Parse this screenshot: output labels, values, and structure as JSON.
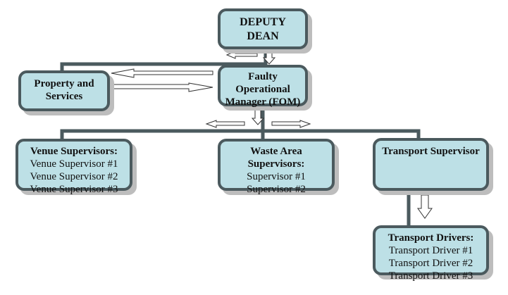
{
  "diagram": {
    "type": "org-chart",
    "nodes": {
      "deputy_dean": {
        "title_line1": "DEPUTY",
        "title_line2": "DEAN"
      },
      "fom": {
        "title_line1": "Faulty",
        "title_line2": "Operational",
        "title_line3": "Manager (FOM)"
      },
      "property": {
        "title_line1": "Property and",
        "title_line2": "Services"
      },
      "venue": {
        "title": "Venue Supervisors:",
        "items": [
          "Venue Supervisor #1",
          "Venue Supervisor #2",
          "Venue Supervisor #3"
        ]
      },
      "waste": {
        "title_line1": "Waste Area",
        "title_line2": "Supervisors:",
        "items": [
          "Supervisor #1",
          "Supervisor #2"
        ]
      },
      "transport_supervisor": {
        "title": "Transport Supervisor"
      },
      "transport_drivers": {
        "title": "Transport Drivers:",
        "items": [
          "Transport Driver #1",
          "Transport Driver #2",
          "Transport Driver #3"
        ]
      }
    },
    "edges": [
      {
        "from": "deputy_dean",
        "to": "fom",
        "arrow": "down"
      },
      {
        "from": "fom",
        "to": "property",
        "arrow": "left"
      },
      {
        "from": "property",
        "to": "fom",
        "arrow": "right"
      },
      {
        "from": "fom",
        "to": "venue",
        "arrow": "left"
      },
      {
        "from": "fom",
        "to": "waste",
        "arrow": "down"
      },
      {
        "from": "fom",
        "to": "transport_supervisor",
        "arrow": "right"
      },
      {
        "from": "transport_supervisor",
        "to": "transport_drivers",
        "arrow": "down"
      }
    ],
    "colors": {
      "box_fill": "#bde0e6",
      "box_border": "#4b5a5e",
      "connector": "#4b5a5e",
      "shadow": "#bdbdbd"
    }
  }
}
